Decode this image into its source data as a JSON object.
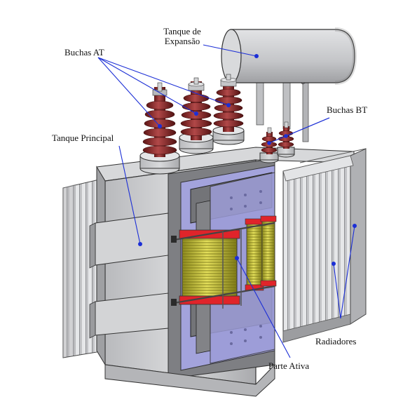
{
  "labels": {
    "buchas_at": "Buchas AT",
    "tanque_expansao_l1": "Tanque de",
    "tanque_expansao_l2": "Expansão",
    "buchas_bt": "Buchas BT",
    "tanque_principal": "Tanque Principal",
    "radiadores": "Radiadores",
    "parte_ativa": "Parte Ativa"
  },
  "colors": {
    "tank_gray": "#c9cacc",
    "tank_dark": "#9c9da0",
    "bushing_red": "#8e2a2a",
    "active_part_blue": "#9a9ad6",
    "coil_yellow": "#c9c43a",
    "coil_red": "#e0242a",
    "leader_blue": "#1c2fd6"
  }
}
